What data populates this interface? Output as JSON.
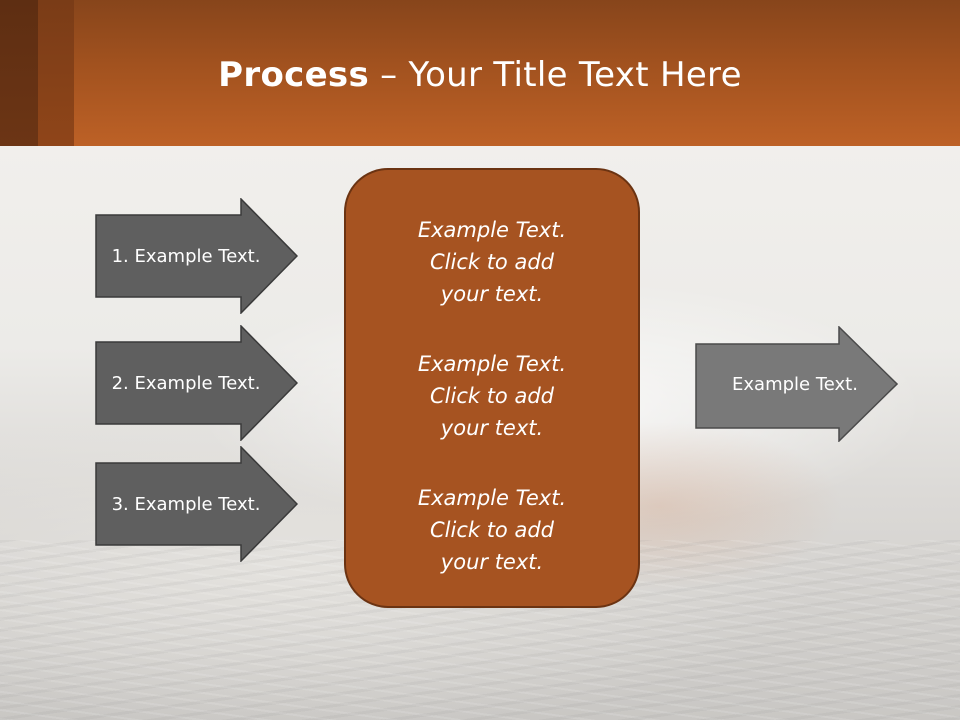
{
  "title": {
    "strong": "Process",
    "rest": " – Your Title Text Here"
  },
  "inputs": [
    {
      "label": "1. Example Text."
    },
    {
      "label": "2. Example Text."
    },
    {
      "label": "3. Example Text."
    }
  ],
  "center": {
    "blocks": [
      "Example Text.\nClick  to add\nyour text.",
      "Example Text.\nClick  to add\nyour text.",
      "Example Text.\nClick  to add\nyour text."
    ]
  },
  "output": {
    "label": "Example Text."
  },
  "colors": {
    "header": "#b05a24",
    "arrow_dark": "#5f5f5f",
    "arrow_output": "#797979",
    "center_box": "#a65321"
  }
}
